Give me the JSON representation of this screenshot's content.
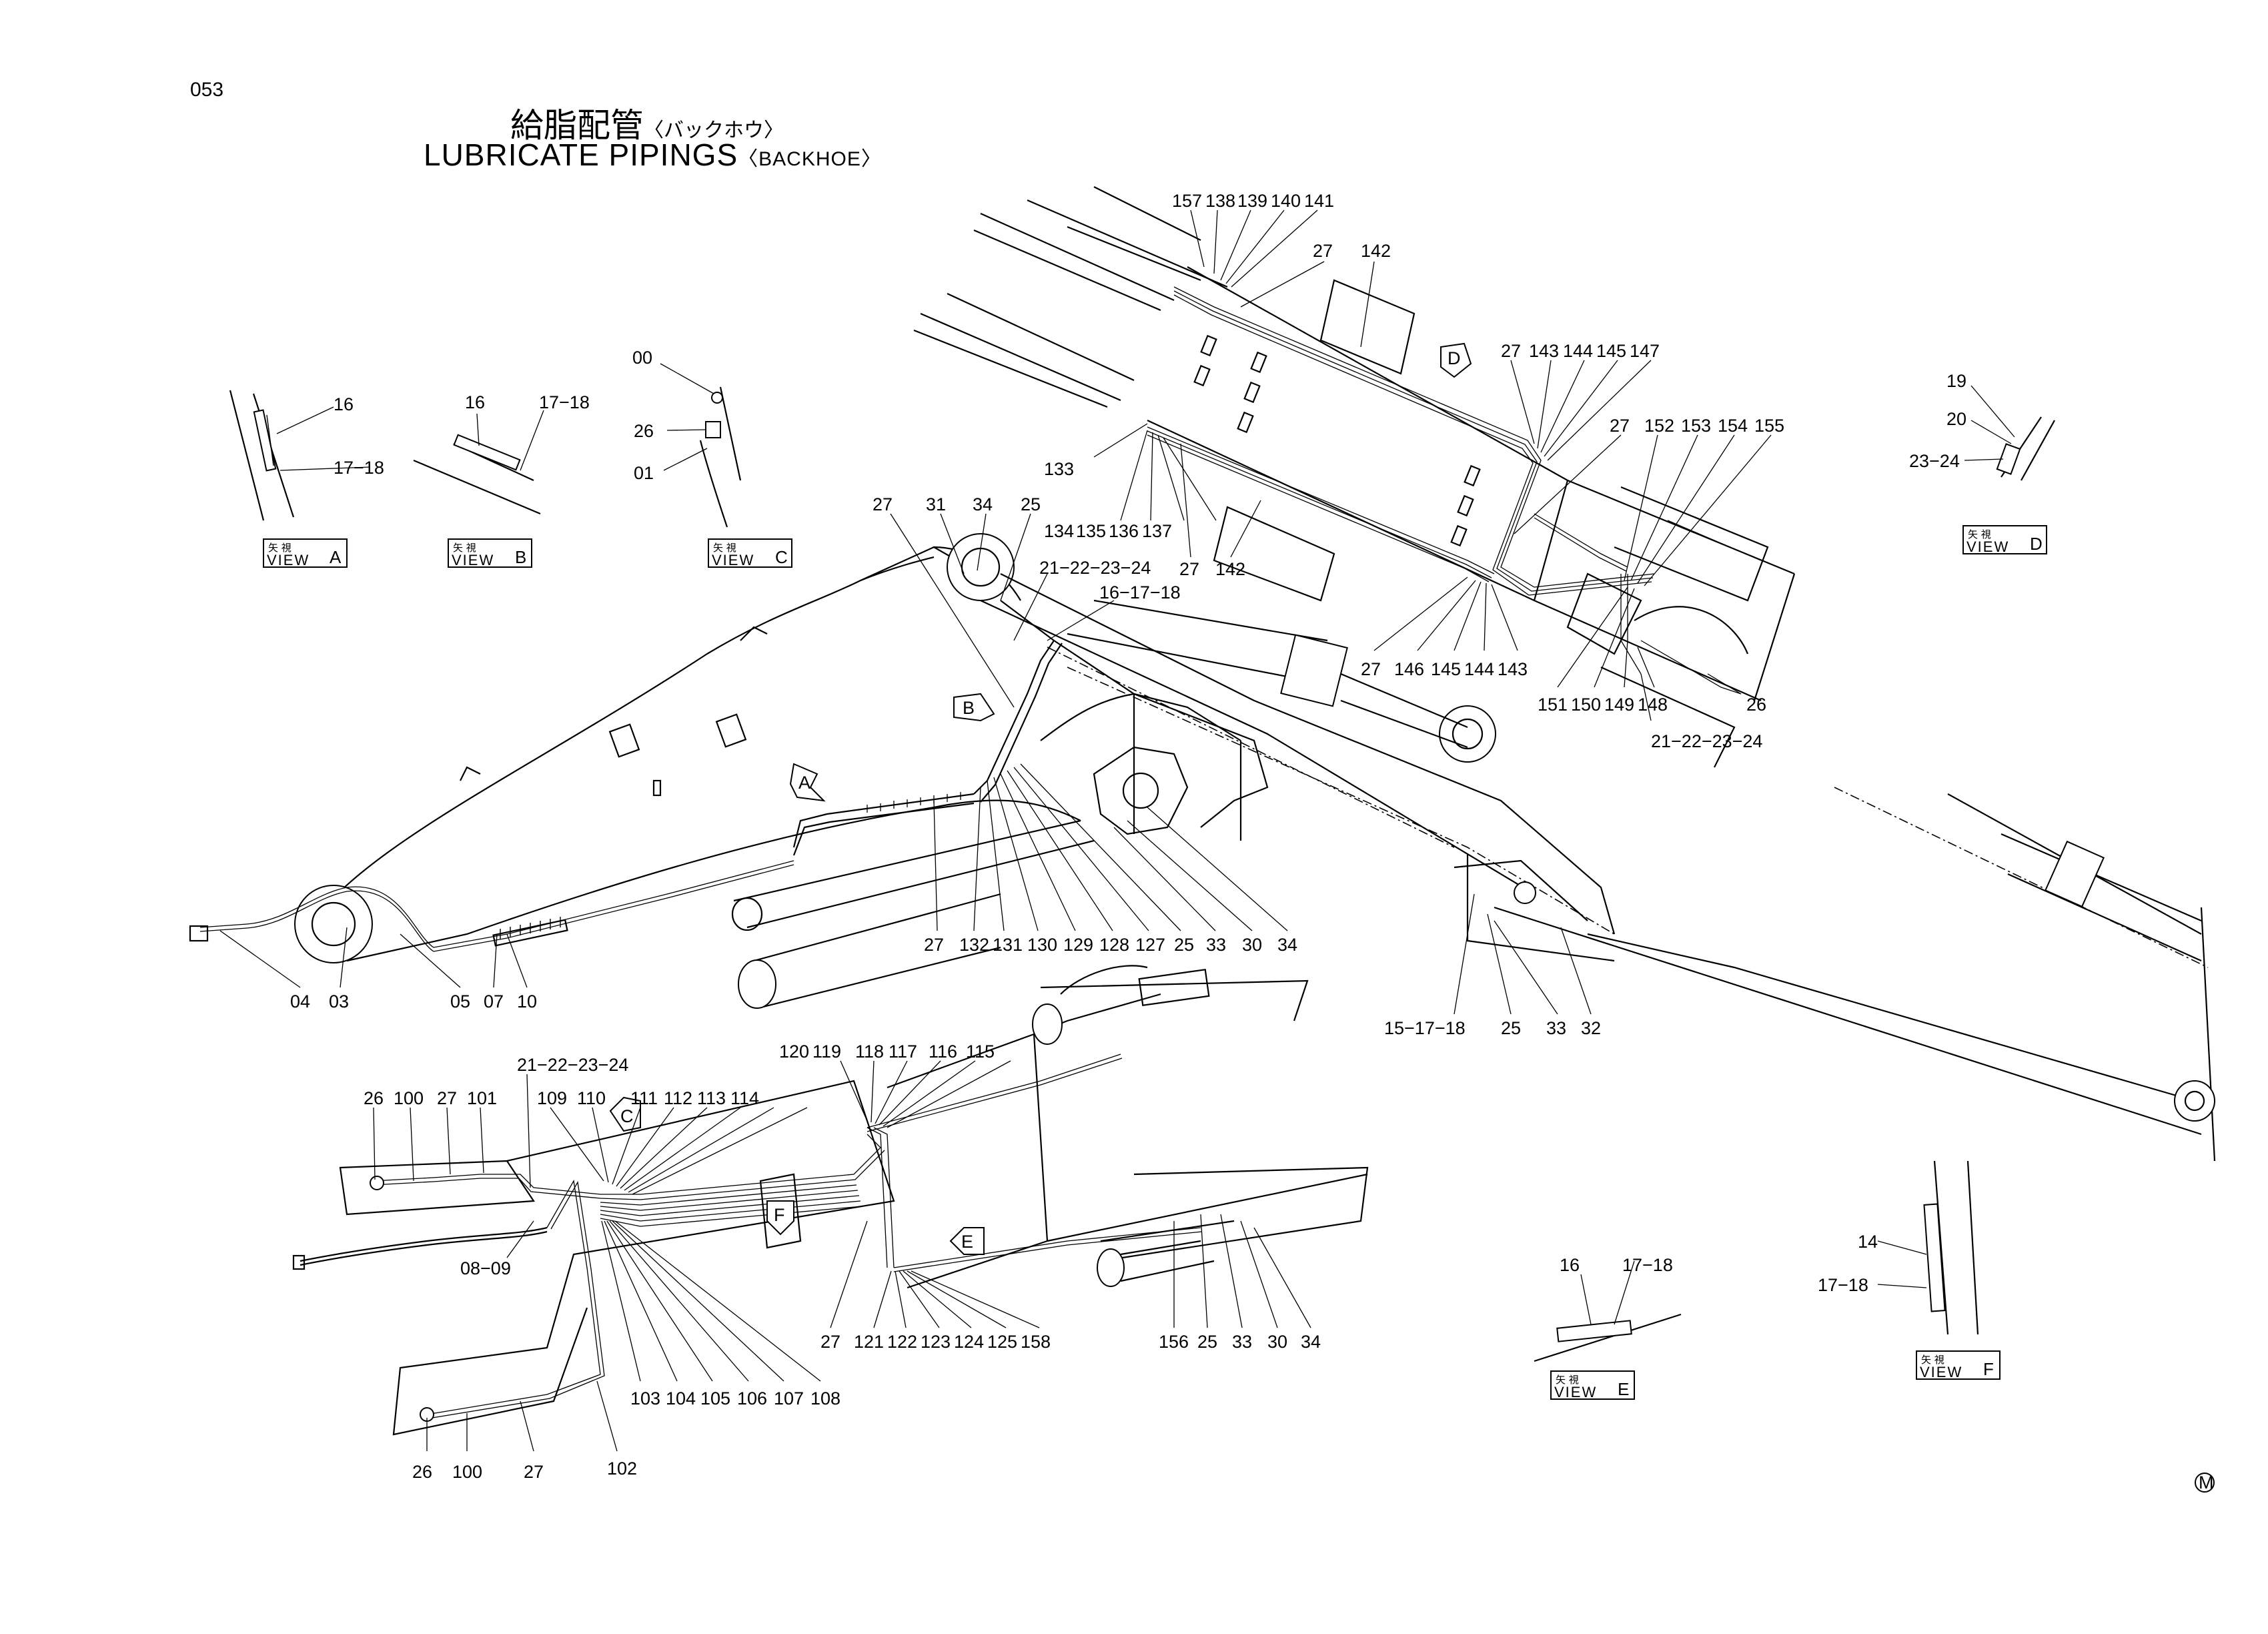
{
  "page_code": "053",
  "title": {
    "jp": "給脂配管",
    "jp_paren": "〈バックホウ〉",
    "en": "LUBRICATE  PIPINGS",
    "en_paren": "〈BACKHOE〉"
  },
  "views": {
    "a": {
      "jp": "矢  視",
      "view": "VIEW",
      "letter": "A"
    },
    "b": {
      "jp": "矢  視",
      "view": "VIEW",
      "letter": "B"
    },
    "c": {
      "jp": "矢  視",
      "view": "VIEW",
      "letter": "C"
    },
    "d": {
      "jp": "矢  視",
      "view": "VIEW",
      "letter": "D"
    },
    "e": {
      "jp": "矢  視",
      "view": "VIEW",
      "letter": "E"
    },
    "f": {
      "jp": "矢  視",
      "view": "VIEW",
      "letter": "F"
    }
  },
  "arrow_letters": [
    "A",
    "B",
    "C",
    "D",
    "E",
    "F"
  ],
  "mark": "M",
  "callouts": {
    "va_16": "16",
    "va_17_18": "17−18",
    "vb_16": "16",
    "vb_17_18": "17−18",
    "vc_00": "00",
    "vc_26": "26",
    "vc_01": "01",
    "vd_19": "19",
    "vd_20": "20",
    "vd_23_24": "23−24",
    "ve_16": "16",
    "ve_17_18": "17−18",
    "vf_14": "14",
    "vf_17_18": "17−18",
    "top_157": "157",
    "top_138": "138",
    "top_139": "139",
    "top_140": "140",
    "top_141": "141",
    "top_27a": "27",
    "top_142a": "142",
    "top_27b": "27",
    "top_143a": "143",
    "top_144a": "144",
    "top_145a": "145",
    "top_147": "147",
    "top_27c": "27",
    "top_152": "152",
    "top_153": "153",
    "top_154": "154",
    "top_155": "155",
    "top_133": "133",
    "top_134": "134",
    "top_135": "135",
    "top_136": "136",
    "top_137": "137",
    "top_27d": "27",
    "top_142b": "142",
    "top_27e": "27",
    "top_146": "146",
    "top_145b": "145",
    "top_144b": "144",
    "top_143b": "143",
    "top_151": "151",
    "top_150": "150",
    "top_149": "149",
    "top_148": "148",
    "top_26": "26",
    "top_21_24": "21−22−23−24",
    "mid_27": "27",
    "mid_31": "31",
    "mid_34": "34",
    "mid_25": "25",
    "mid_21_24": "21−22−23−24",
    "mid_16_18": "16−17−18",
    "arm_27": "27",
    "arm_132": "132",
    "arm_131": "131",
    "arm_130": "130",
    "arm_129": "129",
    "arm_128": "128",
    "arm_127": "127",
    "arm_25": "25",
    "arm_33": "33",
    "arm_30": "30",
    "arm_34": "34",
    "tip_04": "04",
    "tip_03": "03",
    "tip_05": "05",
    "tip_07": "07",
    "tip_10": "10",
    "rt_15_18": "15−17−18",
    "rt_25": "25",
    "rt_33": "33",
    "rt_32": "32",
    "bt_21_24": "21−22−23−24",
    "bt_26a": "26",
    "bt_100a": "100",
    "bt_27a": "27",
    "bt_101": "101",
    "bt_109": "109",
    "bt_110": "110",
    "bt_111": "111",
    "bt_112": "112",
    "bt_113": "113",
    "bt_114": "114",
    "bt_120": "120",
    "bt_119": "119",
    "bt_118": "118",
    "bt_117": "117",
    "bt_116": "116",
    "bt_115": "115",
    "bt_08_09": "08−09",
    "bt_103": "103",
    "bt_104": "104",
    "bt_105": "105",
    "bt_106": "106",
    "bt_107": "107",
    "bt_108": "108",
    "bt_102": "102",
    "bt_26b": "26",
    "bt_100b": "100",
    "bt_27b": "27",
    "bt_27c": "27",
    "bt_121": "121",
    "bt_122": "122",
    "bt_123": "123",
    "bt_124": "124",
    "bt_125": "125",
    "bt_158": "158",
    "bt_156": "156",
    "bt_25": "25",
    "bt_33": "33",
    "bt_30": "30",
    "bt_34": "34"
  }
}
